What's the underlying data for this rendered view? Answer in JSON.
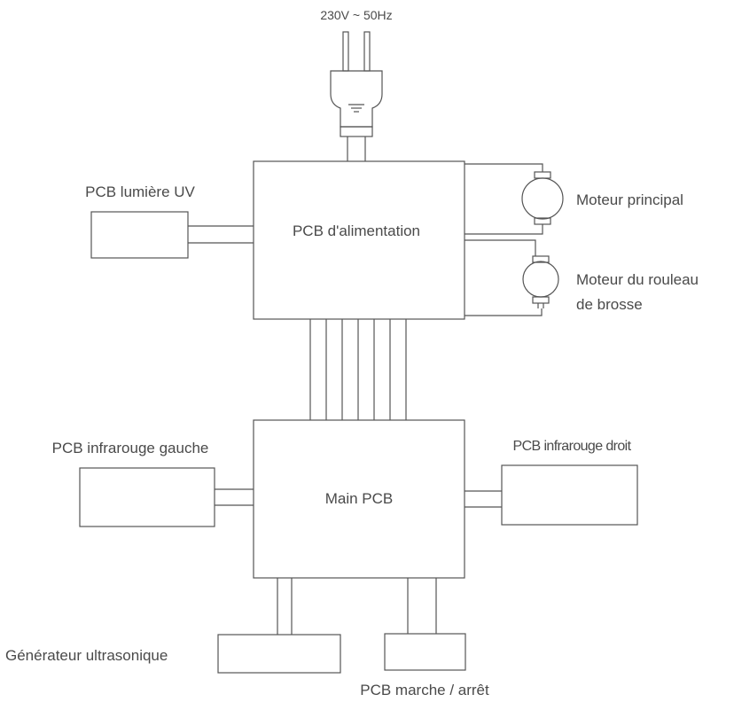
{
  "power": {
    "label": "230V ~ 50Hz"
  },
  "blocks": {
    "power_pcb": "PCB d'alimentation",
    "uv_pcb": "PCB lumière UV",
    "main_motor": "Moteur principal",
    "brush_motor_line1": "Moteur du rouleau",
    "brush_motor_line2": "de brosse",
    "main_pcb": "Main PCB",
    "ir_left": "PCB infrarouge gauche",
    "ir_right": "PCB infrarouge droit",
    "ultrasonic": "Générateur ultrasonique",
    "onoff": "PCB marche / arrêt"
  },
  "colors": {
    "line": "#555555",
    "text": "#4a4a4a"
  }
}
